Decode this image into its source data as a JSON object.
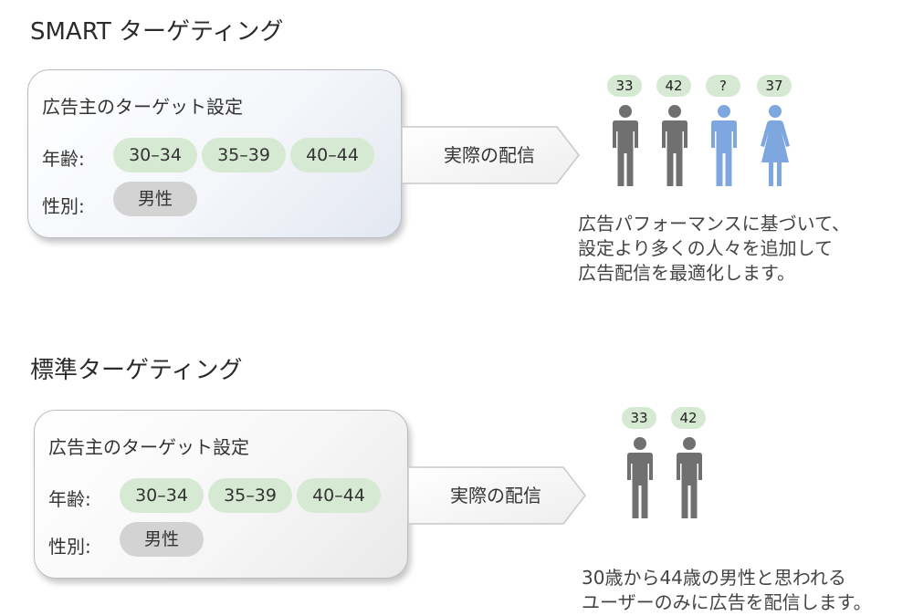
{
  "smart": {
    "title": "SMART ターゲティング",
    "card_title": "広告主のターゲット設定",
    "age_label": "年齢:",
    "gender_label": "性別:",
    "age_chips": [
      "30–34",
      "35–39",
      "40–44"
    ],
    "gender_chip": "男性",
    "arrow_label": "実際の配信",
    "people": [
      {
        "badge": "33",
        "figure": "male",
        "color": "#707070"
      },
      {
        "badge": "42",
        "figure": "male",
        "color": "#707070"
      },
      {
        "badge": "?",
        "figure": "male",
        "color": "#7ea7e0"
      },
      {
        "badge": "37",
        "figure": "female",
        "color": "#7ea7e0"
      }
    ],
    "description": [
      "広告パフォーマンスに基づいて、",
      "設定より多くの人々を追加して",
      "広告配信を最適化します。"
    ]
  },
  "standard": {
    "title": "標準ターゲティング",
    "card_title": "広告主のターゲット設定",
    "age_label": "年齢:",
    "gender_label": "性別:",
    "age_chips": [
      "30–34",
      "35–39",
      "40–44"
    ],
    "gender_chip": "男性",
    "arrow_label": "実際の配信",
    "people": [
      {
        "badge": "33",
        "figure": "male",
        "color": "#707070"
      },
      {
        "badge": "42",
        "figure": "male",
        "color": "#707070"
      }
    ],
    "description": [
      "30歳から44歳の男性と思われる",
      "ユーザーのみに広告を配信します。"
    ]
  },
  "colors": {
    "chip_green": "#d6ead3",
    "chip_gray": "#d3d3d3",
    "person_gray": "#707070",
    "person_blue": "#7ea7e0"
  }
}
